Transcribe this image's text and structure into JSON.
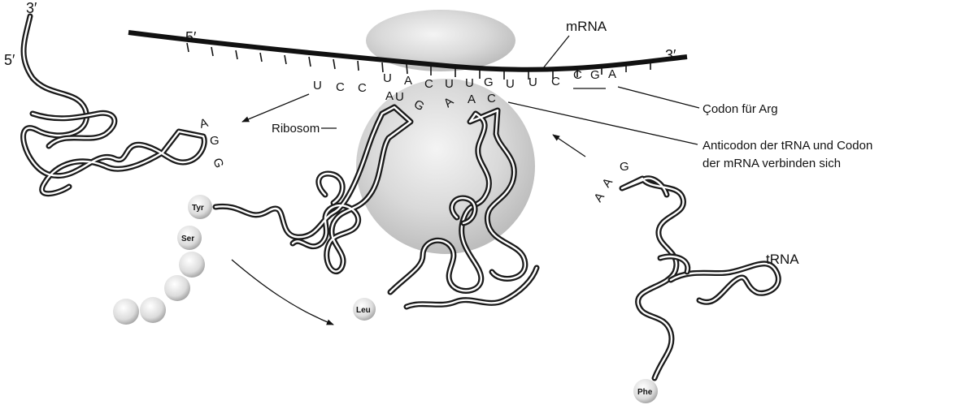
{
  "labels": {
    "mrna": "mRNA",
    "five_prime": "5′",
    "three_prime": "3′",
    "ribosome": "Ribosom",
    "codon_arg": "Çodon für Arg",
    "anticodon_line1": "Anticodon der tRNA und Codon",
    "anticodon_line2": "der mRNA verbinden sich",
    "trna": "tRNA"
  },
  "mrna_bases": [
    "U",
    "C",
    "C",
    "U",
    "A",
    "C",
    "U",
    "U",
    "G",
    "U",
    "U",
    "C",
    "C",
    "G",
    "A"
  ],
  "anticodons": {
    "left_trna": [
      "A",
      "G",
      "G"
    ],
    "ribosome_trna_1": [
      "A",
      "U",
      "G"
    ],
    "ribosome_trna_2": [
      "A",
      "A",
      "C"
    ],
    "right_trna": [
      "A",
      "A",
      "G"
    ]
  },
  "amino_acids": {
    "tyr": "Tyr",
    "ser": "Ser",
    "leu": "Leu",
    "phe": "Phe"
  }
}
